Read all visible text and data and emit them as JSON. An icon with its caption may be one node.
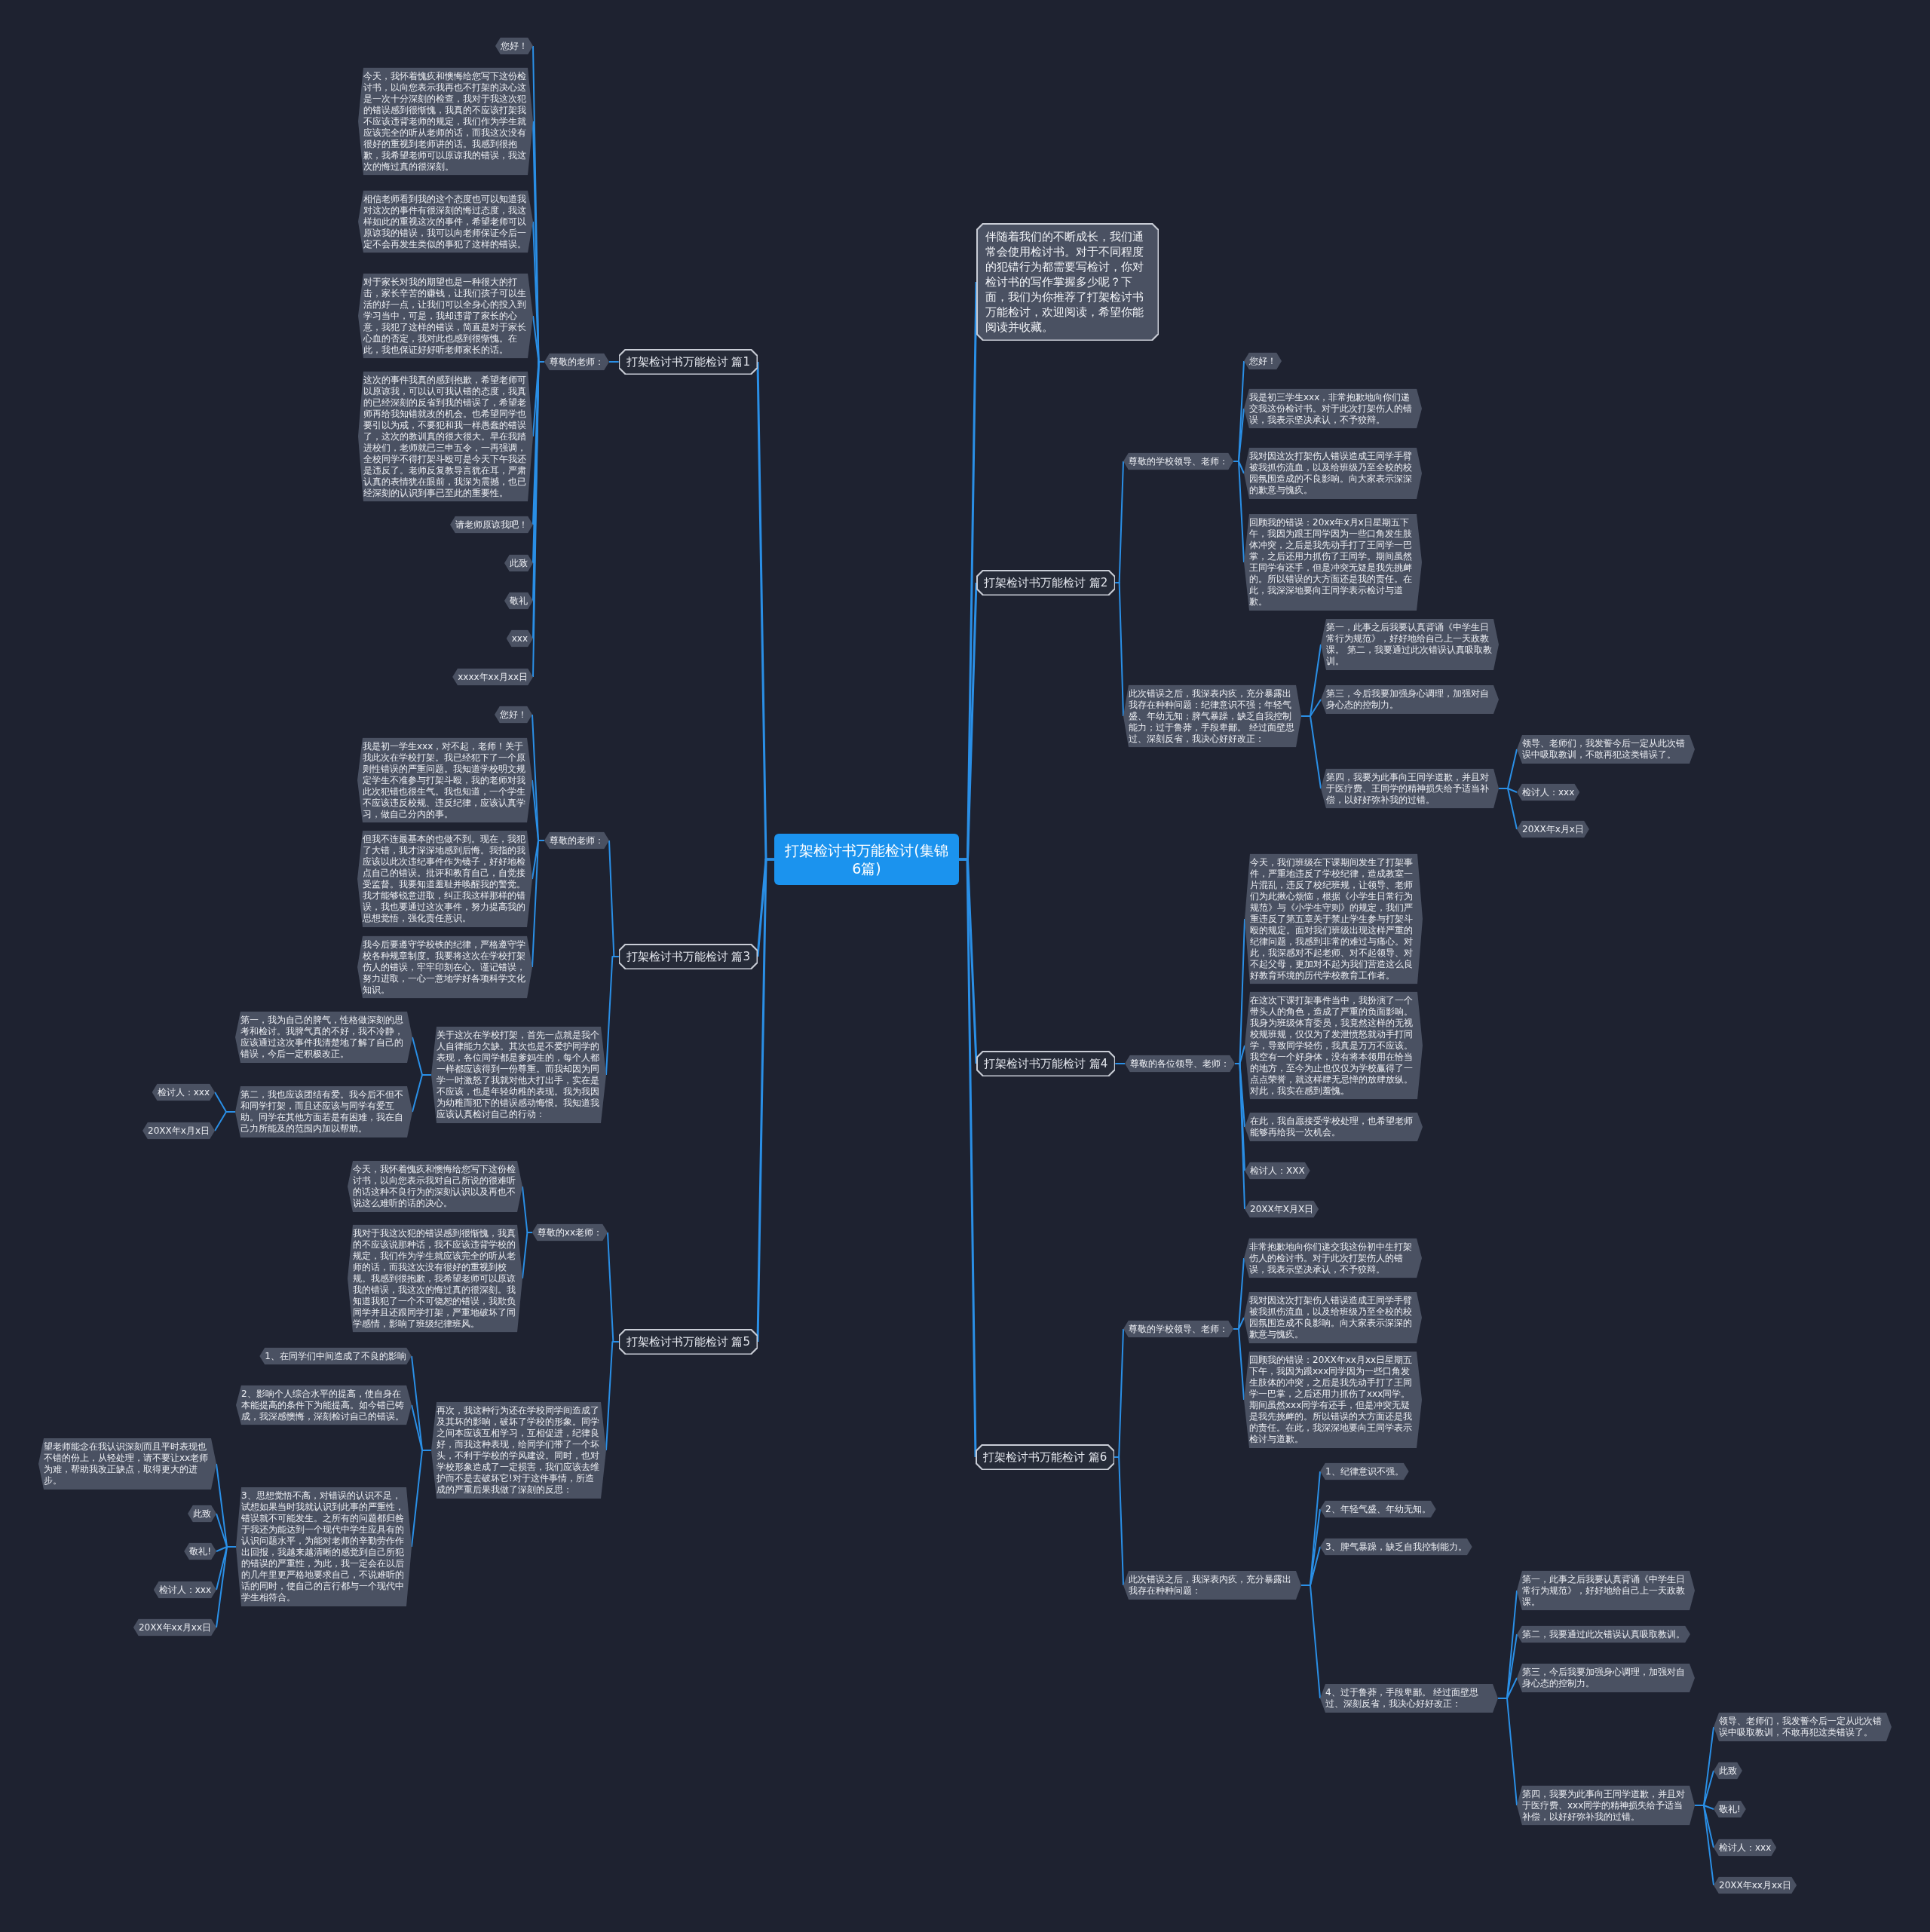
{
  "diagram": {
    "nodes": [
      {
        "text": [
          "打架检讨书万能检讨(集锦6篇)"
        ]
      },
      {
        "text": [
          "伴随着我们的不断成长，我们通常会使用检讨书。对于不同程度的犯错行为都需要写检讨，你对检讨书的写作掌握多少呢？下面，我们为你推荐了打架检讨书万能检讨，欢迎阅读，希望你能阅读并收藏。"
        ]
      },
      {
        "text": [
          "打架检讨书万能检讨 篇1"
        ]
      },
      {
        "text": [
          "尊敬的老师："
        ]
      },
      {
        "text": [
          "您好！"
        ]
      },
      {
        "text": [
          "今天，我怀着愧疚和懊悔给您写下这份检讨书，以向您表示我再也不打架的决心这是一次十分深刻的检查，我对于我这次犯的错误感到很惭愧，我真的不应该打架我不应该违背老师的规定，我们作为学生就应该完全的听从老师的话，而我这次没有很好的重视到老师讲的话。我感到很抱歉，我希望老师可以原谅我的错误，我这次的悔过真的很深刻。"
        ]
      },
      {
        "text": [
          "相信老师看到我的这个态度也可以知道我对这次的事件有很深刻的悔过态度，我这样如此的重视这次的事件，希望老师可以原谅我的错误，我可以向老师保证今后一定不会再发生类似的事犯了这样的错误。"
        ]
      },
      {
        "text": [
          "对于家长对我的期望也是一种很大的打击，家长辛苦的赚钱，让我们孩子可以生活的好一点，让我们可以全身心的投入到学习当中，可是，我却违背了家长的心意，我犯了这样的错误，简直是对于家长心血的否定，我对此也感到很惭愧。在此，我也保证好好听老师家长的话。"
        ]
      },
      {
        "text": [
          "这次的事件我真的感到抱歉，希望老师可以原谅我，可以认可我认错的态度，我真的已经深刻的反省到我的错误了，希望老师再给我知错就改的机会。也希望同学也要引以为戒，不要犯和我一样愚蠢的错误了，这次的教训真的很大很大。早在我踏进校们，老师就已三申五令，一再强调，全校同学不得打架斗殴可是今天下午我还是违反了。老师反复教导言犹在耳，严肃认真的表情犹在眼前，我深为震撼，也已经深刻的认识到事已至此的重要性。"
        ]
      },
      {
        "text": [
          "请老师原谅我吧！"
        ]
      },
      {
        "text": [
          "此致"
        ]
      },
      {
        "text": [
          "敬礼"
        ]
      },
      {
        "text": [
          "xxx"
        ]
      },
      {
        "text": [
          "xxxx年xx月xx日"
        ]
      },
      {
        "text": [
          "打架检讨书万能检讨 篇2"
        ]
      },
      {
        "text": [
          "尊敬的学校领导、老师："
        ]
      },
      {
        "text": [
          "您好！"
        ]
      },
      {
        "text": [
          "我是初三学生xxx，非常抱歉地向你们递交我这份检讨书。对于此次打架伤人的错误，我表示坚决承认，不予狡辩。"
        ]
      },
      {
        "text": [
          "我对因这次打架伤人错误造成王同学手臂被我抓伤流血，以及给班级乃至全校的校园氛围造成的不良影响。向大家表示深深的歉意与愧疚。"
        ]
      },
      {
        "text": [
          "回顾我的错误：20xx年x月x日星期五下午，我因为跟王同学因为一些口角发生肢体冲突，之后是我先动手打了王同学一巴掌，之后还用力抓伤了王同学。期间虽然王同学有还手，但是冲突无疑是我先挑衅的。所以错误的大方面还是我的责任。在此，我深深地要向王同学表示检讨与道歉。"
        ]
      },
      {
        "text": [
          "此次错误之后，我深表内疚，充分暴露出我存在种种问题：纪律意识不强；年轻气盛、年幼无知；脾气暴躁，缺乏自我控制能力；过于鲁莽，手段卑鄙。 经过面壁思过、深刻反省，我决心好好改正："
        ]
      },
      {
        "text": [
          "第一，此事之后我要认真背诵《中学生日常行为规范》，好好地给自己上一天政教课。 第二，我要通过此次错误认真吸取教训。"
        ]
      },
      {
        "text": [
          "第三，今后我要加强身心调理，加强对自身心态的控制力。"
        ]
      },
      {
        "text": [
          "第四，我要为此事向王同学道歉，并且对于医疗费、王同学的精神损失给予适当补偿，以好好弥补我的过错。"
        ]
      },
      {
        "text": [
          "领导、老师们，我发誓今后一定从此次错误中吸取教训，不敢再犯这类错误了。"
        ]
      },
      {
        "text": [
          "检讨人：xxx"
        ]
      },
      {
        "text": [
          "20XX年x月x日"
        ]
      },
      {
        "text": [
          "打架检讨书万能检讨 篇3"
        ]
      },
      {
        "text": [
          "尊敬的老师："
        ]
      },
      {
        "text": [
          "您好！"
        ]
      },
      {
        "text": [
          "我是初一学生xxx，对不起，老师！关于我此次在学校打架。我已经犯下了一个原则性错误的严重问题。我知道学校明文规定学生不准参与打架斗殴，我的老师对我此次犯错也很生气。我也知道，一个学生不应该违反校规、违反纪律，应该认真学习，做自己分内的事。"
        ]
      },
      {
        "text": [
          "但我不连最基本的也做不到。现在，我犯了大错，我才深深地感到后悔。我指的我应该以此次违纪事件作为镜子，好好地检点自己的错误。批评和教育自己，自觉接受监督。我要知道羞耻并唤醒我的警觉。我才能够锐意进取，纠正我这样那样的错误，我也要通过这次事件，努力提高我的思想觉悟，强化责任意识。"
        ]
      },
      {
        "text": [
          "我今后要遵守学校铁的纪律，严格遵守学校各种规章制度。我要将这次在学校打架伤人的错误，牢牢印刻在心。谨记错误，努力进取，一心一意地学好各项科学文化知识。"
        ]
      },
      {
        "text": [
          "关于这次在学校打架，首先一点就是我个人自律能力欠缺。其次也是不爱护同学的表现，各位同学都是爹妈生的，每个人都一样都应该得到一份尊重。而我却因为同学一时激怒了我就对他大打出手，实在是不应该，也是年轻幼稚的表现。我为我因为幼稚而犯下的错误感动悔恨。我知道我应该认真检讨自己的行动："
        ]
      },
      {
        "text": [
          "第一，我为自己的脾气，性格做深刻的思考和检讨。我脾气真的不好，我不冷静，应该通过这次事件我清楚地了解了自己的错误，今后一定积极改正。"
        ]
      },
      {
        "text": [
          "第二，我也应该团结有爱。我今后不但不和同学打架，而且还应该与同学有爱互助。同学在其他方面若是有困难，我在自己力所能及的范围内加以帮助。"
        ]
      },
      {
        "text": [
          "检讨人：xxx"
        ]
      },
      {
        "text": [
          "20XX年x月x日"
        ]
      },
      {
        "text": [
          "打架检讨书万能检讨 篇4"
        ]
      },
      {
        "text": [
          "尊敬的各位领导、老师："
        ]
      },
      {
        "text": [
          "今天，我们班级在下课期间发生了打架事件，严重地违反了学校纪律，造成教室一片混乱，违反了校纪班规，让领导、老师们为此揪心烦恼，根据《小学生日常行为规范》与《小学生守则》的规定，我们严重违反了第五章关于禁止学生参与打架斗殴的规定。面对我们班级出现这样严重的纪律问题，我感到非常的难过与痛心。对此，我深感对不起老师、对不起领导、对不起父母，更加对不起为我们营造这么良好教育环境的历代学校教育工作者。"
        ]
      },
      {
        "text": [
          "在这次下课打架事件当中，我扮演了一个带头人的角色，造成了严重的负面影响。我身为班级体育委员，我竟然这样的无视校规班规，仅仅为了发泄愤怒就动手打同学，导致同学轻伤，我真是万万不应该。我空有一个好身体，没有将本领用在恰当的地方，至今为止也仅仅为学校赢得了一点点荣誉，就这样肆无忌惮的放肆放纵。对此，我实在感到羞愧。"
        ]
      },
      {
        "text": [
          "在此，我自愿接受学校处理，也希望老师能够再给我一次机会。"
        ]
      },
      {
        "text": [
          "检讨人：XXX"
        ]
      },
      {
        "text": [
          "20XX年X月X日"
        ]
      },
      {
        "text": [
          "打架检讨书万能检讨 篇5"
        ]
      },
      {
        "text": [
          "尊敬的xx老师："
        ]
      },
      {
        "text": [
          "今天，我怀着愧疚和懊悔给您写下这份检讨书，以向您表示我对自己所说的很难听的话这种不良行为的深刻认识以及再也不说这么难听的话的决心。"
        ]
      },
      {
        "text": [
          "我对于我这次犯的错误感到很惭愧，我真的不应该说那种话，我不应该违背学校的规定，我们作为学生就应该完全的听从老师的话，而我这次没有很好的重视到校规。我感到很抱歉，我希望老师可以原谅我的错误，我这次的悔过真的很深刻。我知道我犯了一个不可饶恕的错误，我欺负同学并且还跟同学打架，严重地破坏了同学感情，影响了班级纪律班风。"
        ]
      },
      {
        "text": [
          "再次，我这种行为还在学校同学间造成了及其坏的影响，破坏了学校的形象。同学之间本应该互相学习，互相促进，纪律良好，而我这种表现，给同学们带了一个坏头，不利于学校的学风建设。同时，也对学校形象造成了一定损害，我们应该去维护而不是去破坏它!对于这件事情，所造成的严重后果我做了深刻的反思："
        ]
      },
      {
        "text": [
          "1、在同学们中间造成了不良的影响"
        ]
      },
      {
        "text": [
          "2、影响个人综合水平的提高，使自身在本能提高的条件下为能提高。如今错已铸成，我深感懊悔，深刻检讨自己的错误。"
        ]
      },
      {
        "text": [
          "3、思想觉悟不高，对错误的认识不足，试想如果当时我就认识到此事的严重性，错误就不可能发生。之所有的问题都归咎于我还为能达到一个现代中学生应具有的认识问题水平，为能对老师的辛勤劳作作出回报，我越来越清晰的感觉到自己所犯的错误的严重性，为此，我一定会在以后的几年里更严格地要求自己，不说难听的话的同时，使自己的言行都与一个现代中学生相符合。"
        ]
      },
      {
        "text": [
          "望老师能念在我认识深刻而且平时表现也不错的份上，从轻处理，请不要让xx老师为难，帮助我改正缺点，取得更大的进步。"
        ]
      },
      {
        "text": [
          "此致"
        ]
      },
      {
        "text": [
          "敬礼!"
        ]
      },
      {
        "text": [
          "检讨人：xxx"
        ]
      },
      {
        "text": [
          "20XX年xx月xx日"
        ]
      },
      {
        "text": [
          "打架检讨书万能检讨 篇6"
        ]
      },
      {
        "text": [
          "尊敬的学校领导、老师："
        ]
      },
      {
        "text": [
          "非常抱歉地向你们递交我这份初中生打架伤人的检讨书。对于此次打架伤人的错误，我表示坚决承认，不予狡辩。"
        ]
      },
      {
        "text": [
          "我对因这次打架伤人错误造成王同学手臂被我抓伤流血，以及给班级乃至全校的校园氛围造成不良影响。向大家表示深深的歉意与愧疚。"
        ]
      },
      {
        "text": [
          "回顾我的错误：20XX年xx月xx日星期五下午，我因为跟xxx同学因为一些口角发生肢体的冲突，之后是我先动手打了王同学一巴掌，之后还用力抓伤了xxx同学。期间虽然xxx同学有还手，但是冲突无疑是我先挑衅的。所以错误的大方面还是我的责任。在此，我深深地要向王同学表示检讨与道歉。"
        ]
      },
      {
        "text": [
          "此次错误之后，我深表内疚，充分暴露出我存在种种问题："
        ]
      },
      {
        "text": [
          "1、纪律意识不强。"
        ]
      },
      {
        "text": [
          "2、年轻气盛、年幼无知。"
        ]
      },
      {
        "text": [
          "3、脾气暴躁，缺乏自我控制能力。"
        ]
      },
      {
        "text": [
          "4、过于鲁莽，手段卑鄙。 经过面壁思过、深刻反省，我决心好好改正："
        ]
      },
      {
        "text": [
          "第一，此事之后我要认真背诵《中学生日常行为规范》，好好地给自己上一天政教课。"
        ]
      },
      {
        "text": [
          "第二，我要通过此次错误认真吸取教训。"
        ]
      },
      {
        "text": [
          "第三，今后我要加强身心调理，加强对自身心态的控制力。"
        ]
      },
      {
        "text": [
          "第四，我要为此事向王同学道歉，并且对于医疗费、xxx同学的精神损失给予适当补偿，以好好弥补我的过错。"
        ]
      },
      {
        "text": [
          "领导、老师们，我发誓今后一定从此次错误中吸取教训，不敢再犯这类错误了。"
        ]
      },
      {
        "text": [
          "此致"
        ]
      },
      {
        "text": [
          "敬礼!"
        ]
      },
      {
        "text": [
          "检讨人：xxx"
        ]
      },
      {
        "text": [
          "20XX年xx月xx日"
        ]
      }
    ],
    "edges": [
      {
        "from": 0,
        "to": 1,
        "arrow": "none"
      },
      {
        "from": 0,
        "to": 2,
        "arrow": "none"
      },
      {
        "from": 2,
        "to": 3,
        "arrow": "none"
      },
      {
        "from": 3,
        "to": 4,
        "arrow": "none"
      },
      {
        "from": 3,
        "to": 5,
        "arrow": "none"
      },
      {
        "from": 3,
        "to": 6,
        "arrow": "none"
      },
      {
        "from": 3,
        "to": 7,
        "arrow": "none"
      },
      {
        "from": 3,
        "to": 8,
        "arrow": "none"
      },
      {
        "from": 3,
        "to": 9,
        "arrow": "none"
      },
      {
        "from": 3,
        "to": 10,
        "arrow": "none"
      },
      {
        "from": 3,
        "to": 11,
        "arrow": "none"
      },
      {
        "from": 3,
        "to": 12,
        "arrow": "none"
      },
      {
        "from": 3,
        "to": 13,
        "arrow": "none"
      },
      {
        "from": 0,
        "to": 14,
        "arrow": "none"
      },
      {
        "from": 14,
        "to": 15,
        "arrow": "none"
      },
      {
        "from": 15,
        "to": 16,
        "arrow": "none"
      },
      {
        "from": 15,
        "to": 17,
        "arrow": "none"
      },
      {
        "from": 15,
        "to": 18,
        "arrow": "none"
      },
      {
        "from": 15,
        "to": 19,
        "arrow": "none"
      },
      {
        "from": 14,
        "to": 20,
        "arrow": "none"
      },
      {
        "from": 20,
        "to": 21,
        "arrow": "none"
      },
      {
        "from": 20,
        "to": 22,
        "arrow": "none"
      },
      {
        "from": 20,
        "to": 23,
        "arrow": "none"
      },
      {
        "from": 23,
        "to": 24,
        "arrow": "none"
      },
      {
        "from": 23,
        "to": 25,
        "arrow": "none"
      },
      {
        "from": 23,
        "to": 26,
        "arrow": "none"
      },
      {
        "from": 0,
        "to": 27,
        "arrow": "none"
      },
      {
        "from": 27,
        "to": 28,
        "arrow": "none"
      },
      {
        "from": 28,
        "to": 29,
        "arrow": "none"
      },
      {
        "from": 28,
        "to": 30,
        "arrow": "none"
      },
      {
        "from": 28,
        "to": 31,
        "arrow": "none"
      },
      {
        "from": 28,
        "to": 32,
        "arrow": "none"
      },
      {
        "from": 27,
        "to": 33,
        "arrow": "none"
      },
      {
        "from": 33,
        "to": 34,
        "arrow": "none"
      },
      {
        "from": 33,
        "to": 35,
        "arrow": "none"
      },
      {
        "from": 35,
        "to": 36,
        "arrow": "none"
      },
      {
        "from": 35,
        "to": 37,
        "arrow": "none"
      },
      {
        "from": 0,
        "to": 38,
        "arrow": "none"
      },
      {
        "from": 38,
        "to": 39,
        "arrow": "none"
      },
      {
        "from": 39,
        "to": 40,
        "arrow": "none"
      },
      {
        "from": 39,
        "to": 41,
        "arrow": "none"
      },
      {
        "from": 39,
        "to": 42,
        "arrow": "none"
      },
      {
        "from": 39,
        "to": 43,
        "arrow": "none"
      },
      {
        "from": 39,
        "to": 44,
        "arrow": "none"
      },
      {
        "from": 0,
        "to": 45,
        "arrow": "none"
      },
      {
        "from": 45,
        "to": 46,
        "arrow": "none"
      },
      {
        "from": 46,
        "to": 47,
        "arrow": "none"
      },
      {
        "from": 46,
        "to": 48,
        "arrow": "none"
      },
      {
        "from": 45,
        "to": 49,
        "arrow": "none"
      },
      {
        "from": 49,
        "to": 50,
        "arrow": "none"
      },
      {
        "from": 49,
        "to": 51,
        "arrow": "none"
      },
      {
        "from": 49,
        "to": 52,
        "arrow": "none"
      },
      {
        "from": 52,
        "to": 53,
        "arrow": "none"
      },
      {
        "from": 52,
        "to": 54,
        "arrow": "none"
      },
      {
        "from": 52,
        "to": 55,
        "arrow": "none"
      },
      {
        "from": 52,
        "to": 56,
        "arrow": "none"
      },
      {
        "from": 52,
        "to": 57,
        "arrow": "none"
      },
      {
        "from": 0,
        "to": 58,
        "arrow": "none"
      },
      {
        "from": 58,
        "to": 59,
        "arrow": "none"
      },
      {
        "from": 59,
        "to": 60,
        "arrow": "none"
      },
      {
        "from": 59,
        "to": 61,
        "arrow": "none"
      },
      {
        "from": 59,
        "to": 62,
        "arrow": "none"
      },
      {
        "from": 58,
        "to": 63,
        "arrow": "none"
      },
      {
        "from": 63,
        "to": 64,
        "arrow": "none"
      },
      {
        "from": 63,
        "to": 65,
        "arrow": "none"
      },
      {
        "from": 63,
        "to": 66,
        "arrow": "none"
      },
      {
        "from": 63,
        "to": 67,
        "arrow": "none"
      },
      {
        "from": 67,
        "to": 68,
        "arrow": "none"
      },
      {
        "from": 67,
        "to": 69,
        "arrow": "none"
      },
      {
        "from": 67,
        "to": 70,
        "arrow": "none"
      },
      {
        "from": 67,
        "to": 71,
        "arrow": "none"
      },
      {
        "from": 71,
        "to": 72,
        "arrow": "none"
      },
      {
        "from": 71,
        "to": 73,
        "arrow": "none"
      },
      {
        "from": 71,
        "to": 74,
        "arrow": "none"
      },
      {
        "from": 71,
        "to": 75,
        "arrow": "none"
      },
      {
        "from": 71,
        "to": 76,
        "arrow": "none"
      }
    ]
  }
}
